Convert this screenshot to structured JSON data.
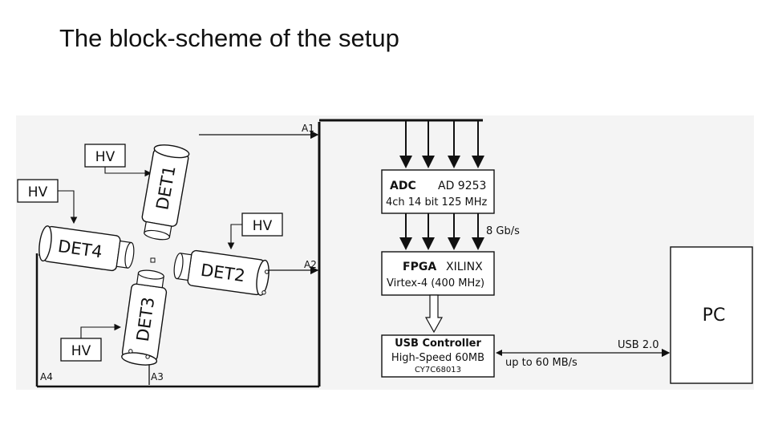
{
  "title": "The block-scheme of the setup",
  "colors": {
    "background_panel": "#f4f4f4",
    "line": "#111111"
  },
  "detectors": {
    "det1": "DET1",
    "det2": "DET2",
    "det3": "DET3",
    "det4": "DET4",
    "hv": "HV"
  },
  "signals": {
    "a1": "A1",
    "a2": "A2",
    "a3": "A3",
    "a4": "A4"
  },
  "adc": {
    "name": "ADC",
    "model": "AD 9253",
    "spec": "4ch 14 bit  125 MHz"
  },
  "link_rate": "8 Gb/s",
  "fpga": {
    "name": "FPGA",
    "vendor": "XILINX",
    "spec": "Virtex-4 (400 MHz)"
  },
  "usb_controller": {
    "name": "USB Controller",
    "spec": "High-Speed 60MB",
    "chip": "CY7C68013"
  },
  "usb_link": {
    "label": "USB  2.0",
    "rate": "up to 60 MB/s"
  },
  "pc": {
    "label": "PC"
  }
}
